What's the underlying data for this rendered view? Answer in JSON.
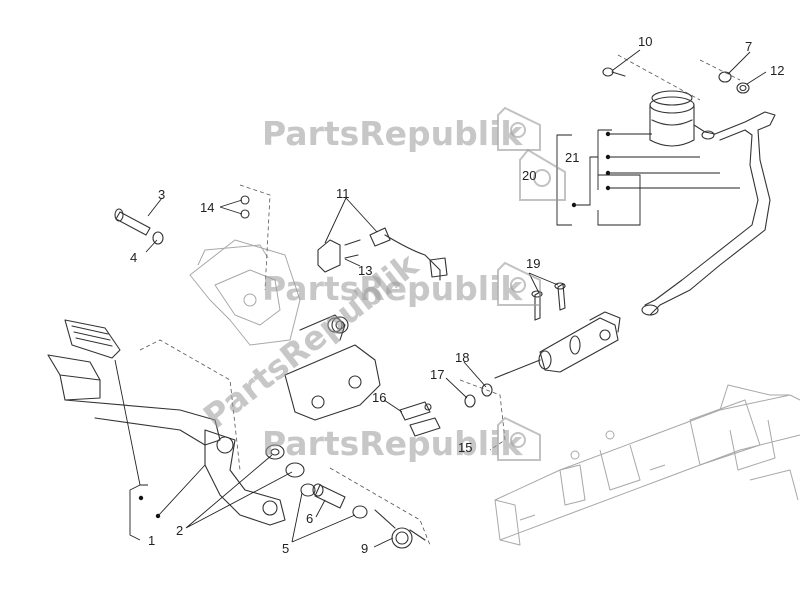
{
  "watermark": {
    "text": "PartsRepublik",
    "icon": "gear-icon"
  },
  "callouts": {
    "n1": "1",
    "n2": "2",
    "n3": "3",
    "n4": "4",
    "n5": "5",
    "n6": "6",
    "n7": "7",
    "n9": "9",
    "n10": "10",
    "n11": "11",
    "n12": "12",
    "n13": "13",
    "n14": "14",
    "n15": "15",
    "n16": "16",
    "n17": "17",
    "n18": "18",
    "n19": "19",
    "n20": "20",
    "n21": "21"
  },
  "colors": {
    "line": "#333333",
    "ghost": "#a8a8a8",
    "watermark": "#9a9a9a"
  }
}
